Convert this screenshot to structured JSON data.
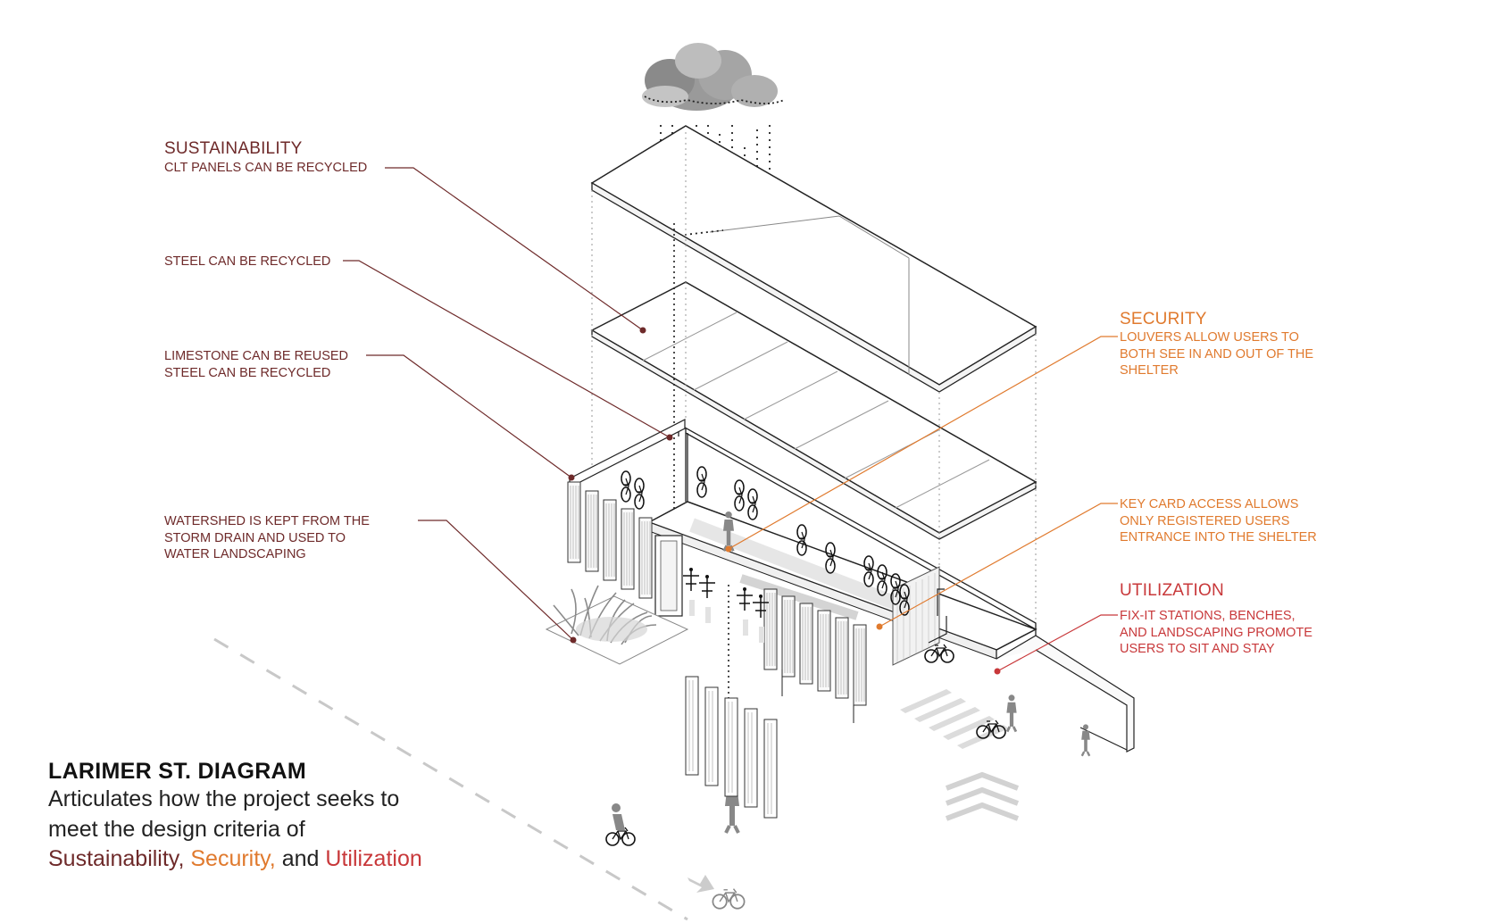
{
  "colors": {
    "sustainability": "#6e2a2a",
    "security": "#e07a2e",
    "utilization": "#c8383a",
    "line": "#333333",
    "grey": "#9a9a9a"
  },
  "sustainability": {
    "heading": "SUSTAINABILITY",
    "notes": [
      "CLT PANELS CAN BE RECYCLED",
      "STEEL CAN BE RECYCLED",
      [
        "LIMESTONE CAN BE REUSED",
        "STEEL CAN BE RECYCLED"
      ],
      [
        "WATERSHED IS KEPT FROM THE",
        "STORM DRAIN AND USED TO",
        "WATER LANDSCAPING"
      ]
    ]
  },
  "security": {
    "heading": "SECURITY",
    "notes": [
      [
        "LOUVERS ALLOW USERS TO",
        "BOTH SEE IN AND OUT OF THE",
        "SHELTER"
      ],
      [
        "KEY CARD ACCESS ALLOWS",
        "ONLY REGISTERED USERS",
        "ENTRANCE INTO THE SHELTER"
      ]
    ]
  },
  "utilization": {
    "heading": "UTILIZATION",
    "notes": [
      [
        "FIX-IT STATIONS, BENCHES,",
        "AND LANDSCAPING PROMOTE",
        "USERS TO SIT AND STAY"
      ]
    ]
  },
  "title": {
    "heading": "LARIMER ST. DIAGRAM",
    "line1": "Articulates how the project seeks to",
    "line2": "meet the design criteria of",
    "kw1": "Sustainability,",
    "kw2": "Security,",
    "joiner": "and",
    "kw3": "Utilization"
  },
  "icons": [
    "rain-cloud-icon",
    "bicycle-icon",
    "cyclist-icon",
    "pedestrian-icon",
    "bike-lane-arrow-icon",
    "crosswalk-chevron-icon",
    "grass-icon"
  ]
}
